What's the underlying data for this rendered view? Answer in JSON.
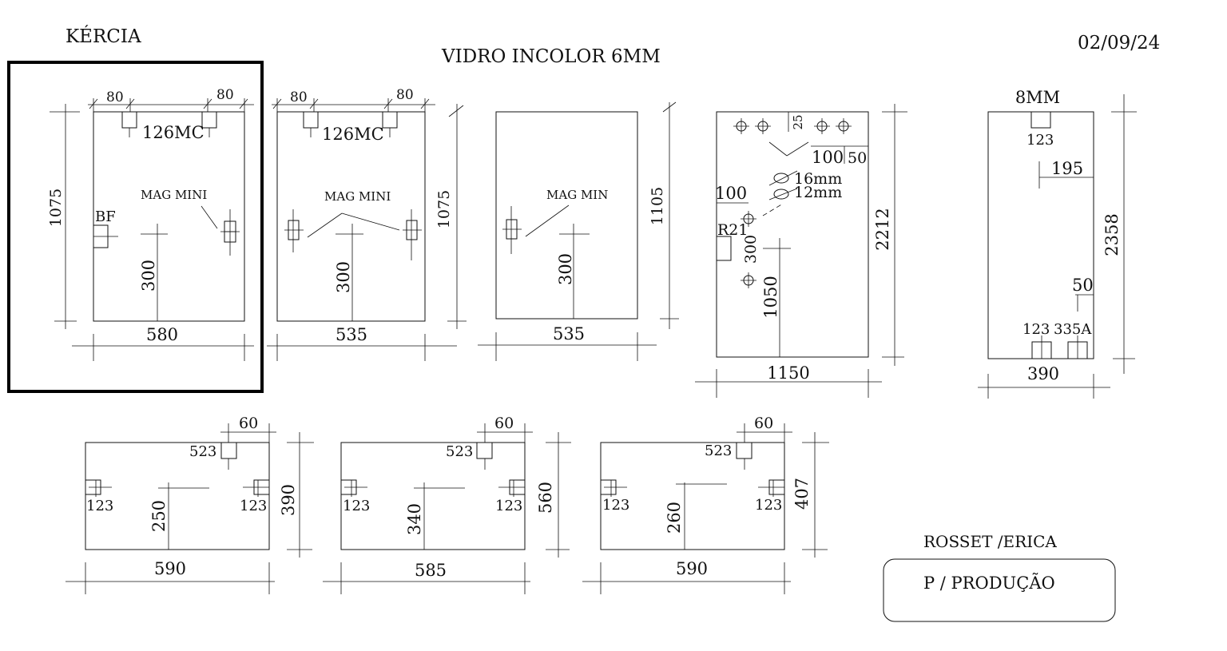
{
  "header": {
    "client": "KÉRCIA",
    "material": "VIDRO INCOLOR 6MM",
    "date": "02/09/24"
  },
  "panels": [
    {
      "width": "580",
      "height": "1075",
      "spacing_left": "80",
      "spacing_right": "80",
      "hinge": "126MC",
      "lock_label": "MAG MINI",
      "side_label": "BF",
      "handle_height": "300"
    },
    {
      "width": "535",
      "height": "1075",
      "spacing_left": "80",
      "spacing_right": "80",
      "hinge": "126MC",
      "lock_label": "MAG MINI",
      "handle_height": "300"
    },
    {
      "width": "535",
      "height": "1105",
      "lock_label": "MAG MIN",
      "handle_height": "300"
    },
    {
      "width": "1150",
      "height": "2212",
      "top_offset": "25",
      "hole_spacing": "100",
      "hole_edge": "50",
      "hole_big": "16mm",
      "hole_small": "12mm",
      "left_offset": "100",
      "notch": "R21",
      "notch_height": "300",
      "handle_height": "1050"
    },
    {
      "width": "390",
      "height": "2358",
      "thickness": "8MM",
      "top_fitting": "123",
      "side_offset": "195",
      "bottom_offset": "50",
      "bottom_fitting_left": "123",
      "bottom_fitting_right": "335A"
    }
  ],
  "bottom_panels": [
    {
      "width": "590",
      "height": "390",
      "top_spacing": "60",
      "top_fitting": "523",
      "left_fitting": "123",
      "right_fitting": "123",
      "handle_height": "250"
    },
    {
      "width": "585",
      "height": "560",
      "top_spacing": "60",
      "top_fitting": "523",
      "left_fitting": "123",
      "right_fitting": "123",
      "handle_height": "340"
    },
    {
      "width": "590",
      "height": "407",
      "top_spacing": "60",
      "top_fitting": "523",
      "left_fitting": "123",
      "right_fitting": "123",
      "handle_height": "260"
    }
  ],
  "footer": {
    "responsible": "ROSSET /ERICA",
    "status": "P / PRODUÇÃO"
  }
}
